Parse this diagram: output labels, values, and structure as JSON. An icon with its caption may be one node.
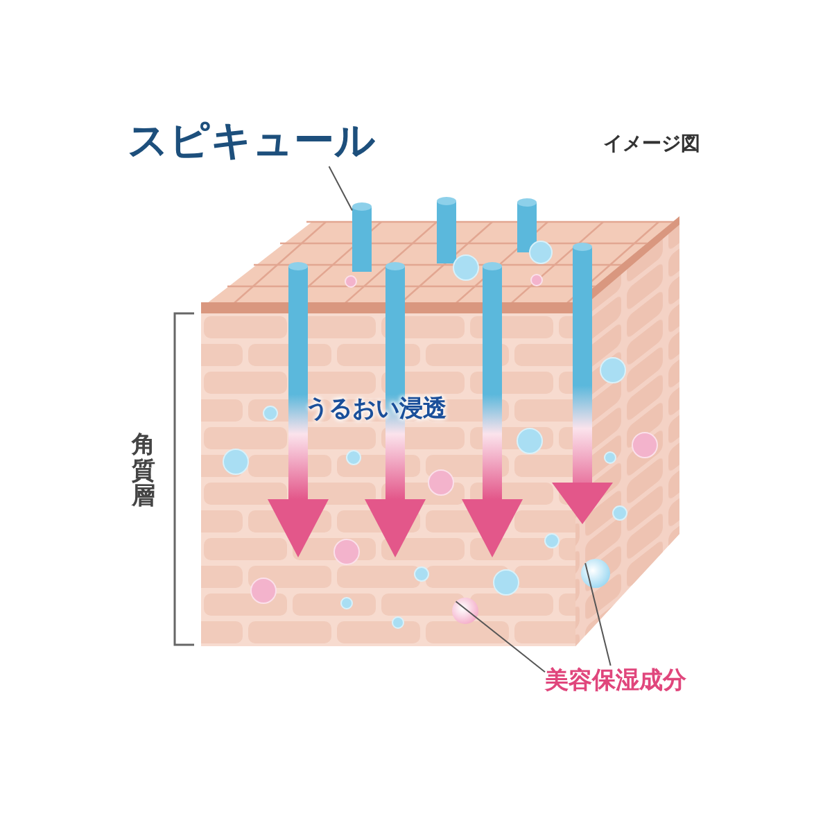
{
  "diagram": {
    "nodes": [
      {
        "text": [
          "スピキュール"
        ]
      },
      {
        "text": [],
        "shape": "cylinder"
      },
      {
        "text": [
          "美容保湿成分"
        ]
      },
      {
        "text": [],
        "shape": "circle"
      },
      {
        "text": [],
        "shape": "circle"
      }
    ],
    "edges": [
      {
        "from": 0,
        "to": 1,
        "arrow": "none"
      },
      {
        "from": 2,
        "to": 3,
        "arrow": "none"
      },
      {
        "from": 2,
        "to": 4,
        "arrow": "none"
      }
    ],
    "labels": [
      "イメージ図",
      "うるおい浸透",
      "角質層"
    ]
  }
}
